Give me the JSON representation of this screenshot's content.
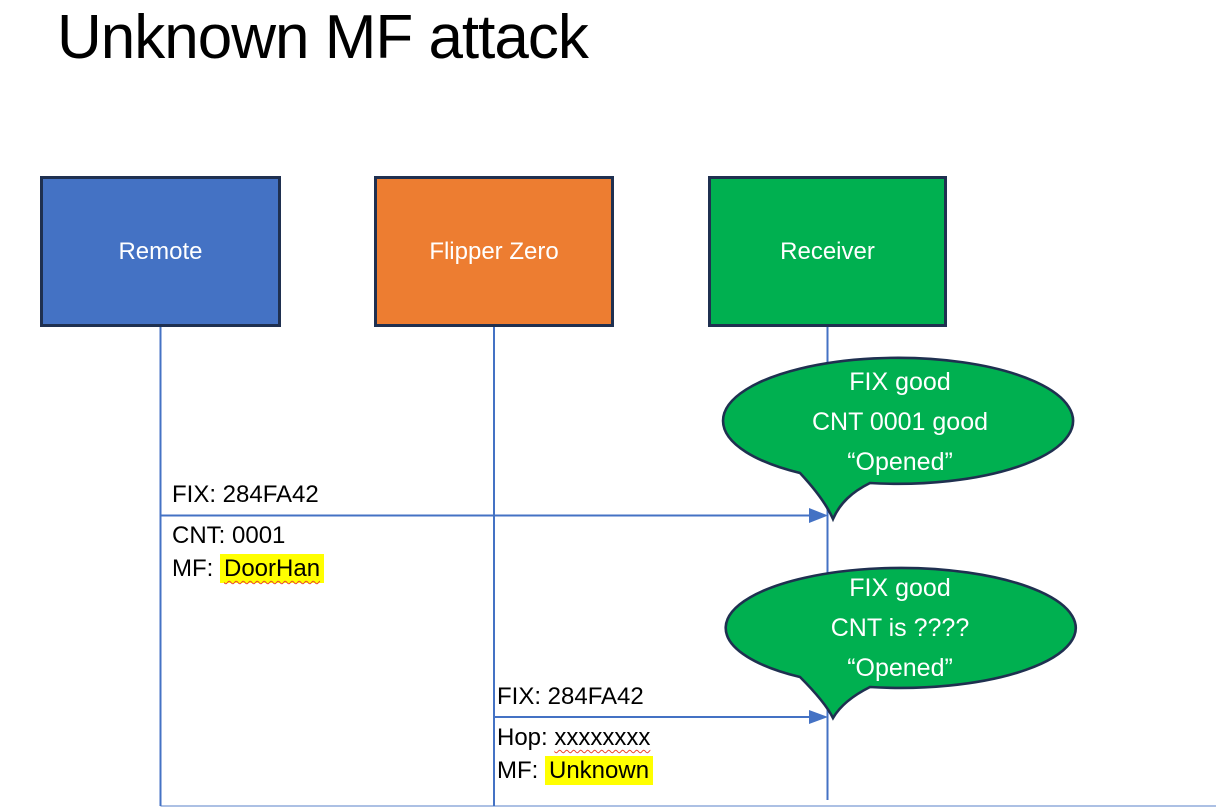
{
  "slide": {
    "title": "Unknown MF attack"
  },
  "actors": [
    {
      "id": "remote",
      "label": "Remote",
      "fill": "#4472C4"
    },
    {
      "id": "flipper-zero",
      "label": "Flipper Zero",
      "fill": "#ED7D31"
    },
    {
      "id": "receiver",
      "label": "Receiver",
      "fill": "#00B050"
    }
  ],
  "messages": [
    {
      "from": "Remote",
      "to": "Receiver",
      "above": "FIX: 284FA42",
      "below": [
        {
          "prefix": "CNT: ",
          "value": "0001",
          "highlight": false,
          "squiggle": false
        },
        {
          "prefix": "MF: ",
          "value": "DoorHan",
          "highlight": true,
          "squiggle": true
        }
      ]
    },
    {
      "from": "Flipper Zero",
      "to": "Receiver",
      "above": "FIX: 284FA42",
      "below": [
        {
          "prefix": "Hop: ",
          "value": "xxxxxxxx",
          "highlight": false,
          "squiggle": true
        },
        {
          "prefix": "MF: ",
          "value": "Unknown",
          "highlight": true,
          "squiggle": false
        }
      ]
    }
  ],
  "bubbles": [
    {
      "speaker": "Receiver",
      "lines": [
        "FIX good",
        "CNT 0001 good",
        "“Opened”"
      ]
    },
    {
      "speaker": "Receiver",
      "lines": [
        "FIX good",
        "CNT is ????",
        "“Opened”"
      ]
    }
  ],
  "colors": {
    "remote_fill": "#4472C4",
    "flipper_fill": "#ED7D31",
    "receiver_fill": "#00B050",
    "bubble_fill": "#00B050",
    "shape_border": "#1F3050",
    "connector_blue": "#4472C4",
    "highlight": "#FFFF00",
    "spellcheck_squiggle": "#E8442C",
    "title_text": "#000000"
  }
}
